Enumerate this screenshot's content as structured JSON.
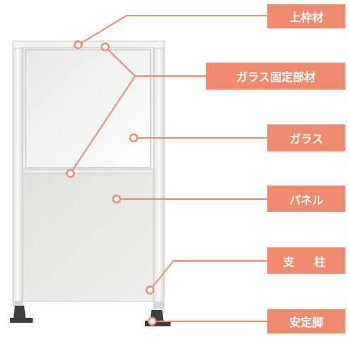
{
  "labels": {
    "top_frame": "上枠材",
    "glass_fixing": "ガラス固定部材",
    "glass": "ガラス",
    "panel": "パネル",
    "post": "支　柱",
    "stand": "安定脚"
  },
  "colors": {
    "accent": "#f08a6e",
    "label_text": "#ffffff",
    "frame": "#f2f2ee",
    "glass": "#f1f1f1",
    "panel": "#e9e8e4",
    "foot": "#3d3e42"
  }
}
